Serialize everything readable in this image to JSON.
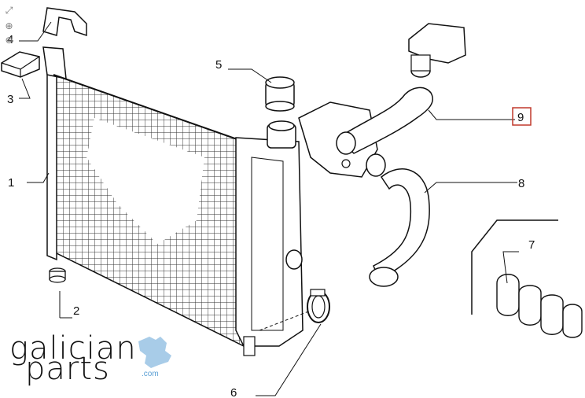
{
  "viewer": {
    "controls": [
      {
        "name": "expand-icon",
        "glyph": "⤢"
      },
      {
        "name": "zoom-in-icon",
        "glyph": "⊕"
      },
      {
        "name": "zoom-out-icon",
        "glyph": "⊖"
      }
    ]
  },
  "diagram": {
    "callouts": [
      {
        "id": "1",
        "label": "1"
      },
      {
        "id": "2",
        "label": "2"
      },
      {
        "id": "3",
        "label": "3"
      },
      {
        "id": "4",
        "label": "4"
      },
      {
        "id": "5",
        "label": "5"
      },
      {
        "id": "6",
        "label": "6"
      },
      {
        "id": "7",
        "label": "7"
      },
      {
        "id": "8",
        "label": "8"
      },
      {
        "id": "9",
        "label": "9",
        "highlighted": true
      }
    ],
    "highlight_color": "#c0392b"
  },
  "brand": {
    "line1": "galician",
    "line2": "parts",
    "domain": ".com",
    "accent_color": "#5a9fd4"
  }
}
